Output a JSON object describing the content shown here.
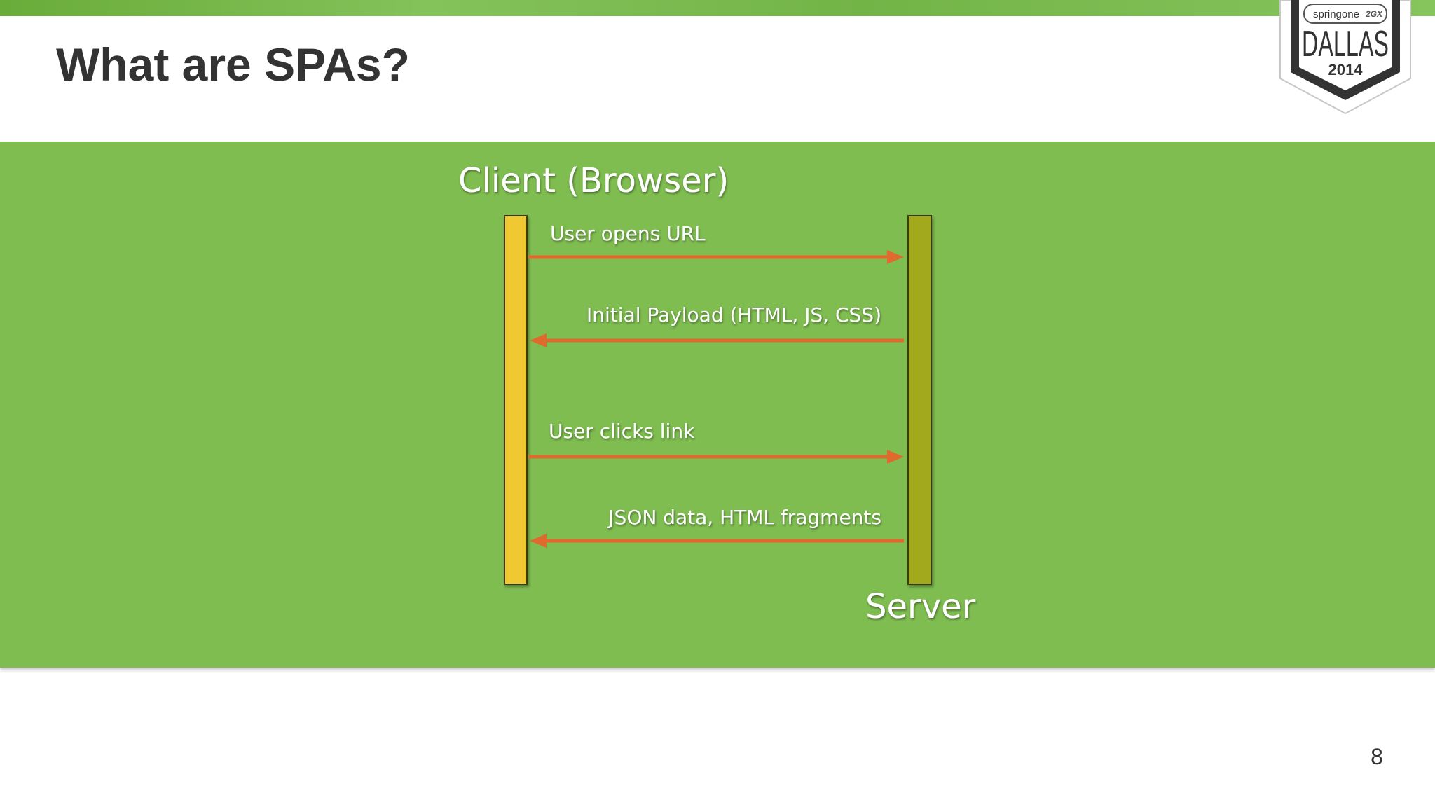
{
  "slide": {
    "title": "What are SPAs?",
    "page_number": "8"
  },
  "badge": {
    "brand": "springone",
    "event_tag": "2GX",
    "city": "DALLAS",
    "year": "2014"
  },
  "diagram": {
    "client_label": "Client (Browser)",
    "server_label": "Server",
    "messages": [
      {
        "label": "User opens URL",
        "direction": "client-to-server"
      },
      {
        "label": "Initial Payload (HTML, JS, CSS)",
        "direction": "server-to-client"
      },
      {
        "label": "User clicks link",
        "direction": "client-to-server"
      },
      {
        "label": "JSON data, HTML fragments",
        "direction": "server-to-client"
      }
    ],
    "colors": {
      "panel": "#7fbd51",
      "client_bar": "#f0c830",
      "server_bar": "#a3a91c",
      "arrow": "#de6a2e",
      "label": "#ffffff"
    }
  }
}
